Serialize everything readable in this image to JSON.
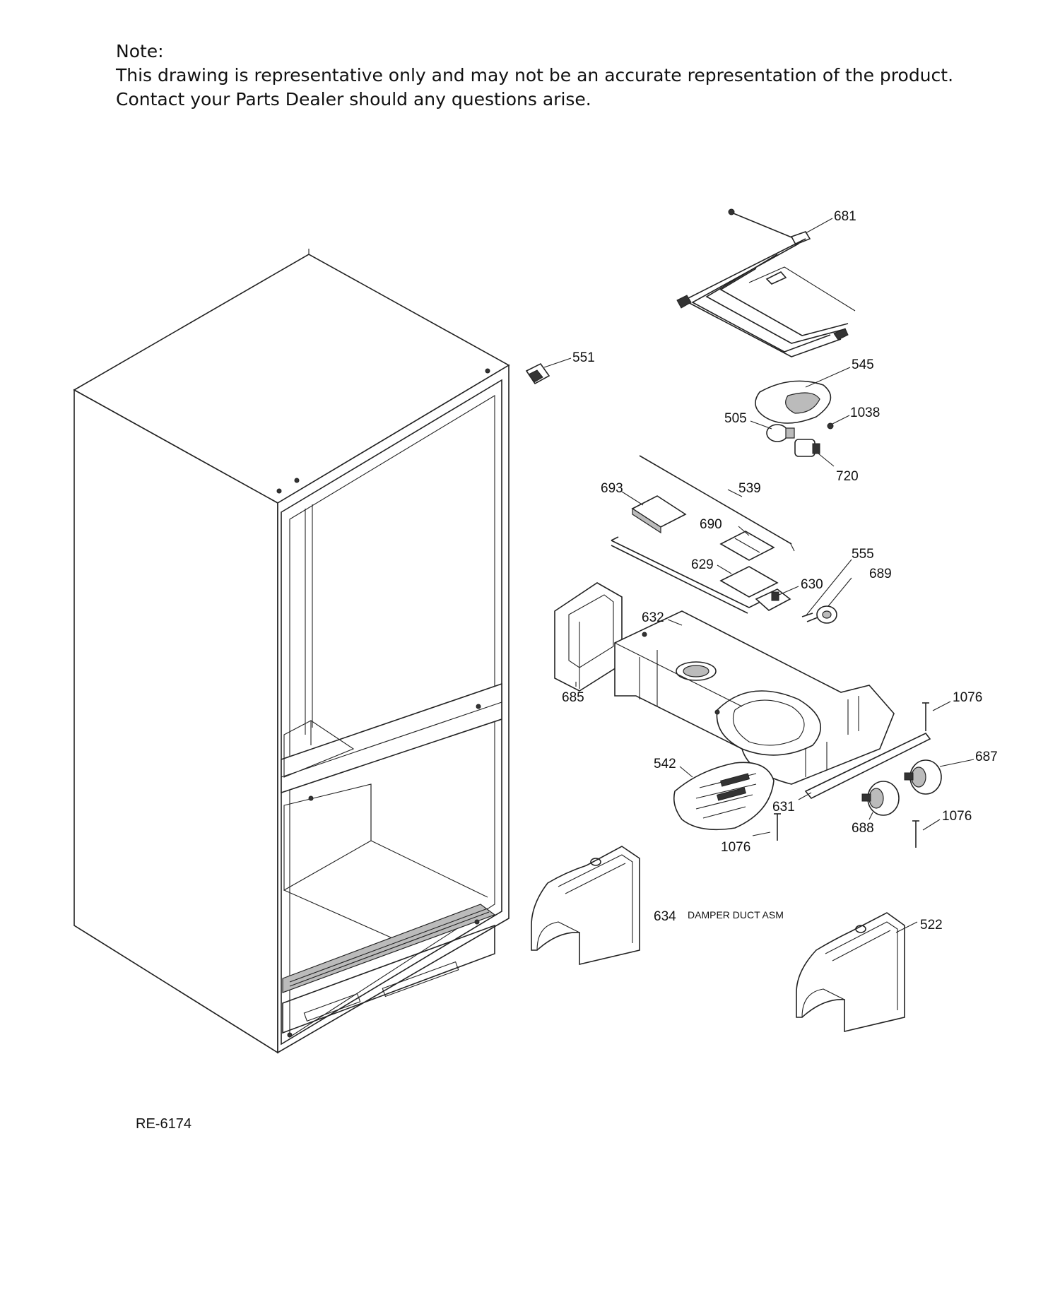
{
  "note": {
    "heading": "Note:",
    "line1": "This drawing is representative only and may not be an accurate representation of the product.",
    "line2": "Contact your Parts Dealer should any questions arise."
  },
  "reference_code": "RE-6174",
  "callouts": {
    "p681": "681",
    "p551": "551",
    "p545": "545",
    "p1038": "1038",
    "p505": "505",
    "p720": "720",
    "p693": "693",
    "p539": "539",
    "p690": "690",
    "p555": "555",
    "p689": "689",
    "p629": "629",
    "p630": "630",
    "p632": "632",
    "p685": "685",
    "p1076a": "1076",
    "p687": "687",
    "p542": "542",
    "p631": "631",
    "p688": "688",
    "p1076b": "1076",
    "p1076c": "1076",
    "p634": "634",
    "p634_desc": "DAMPER DUCT ASM",
    "p522": "522"
  }
}
